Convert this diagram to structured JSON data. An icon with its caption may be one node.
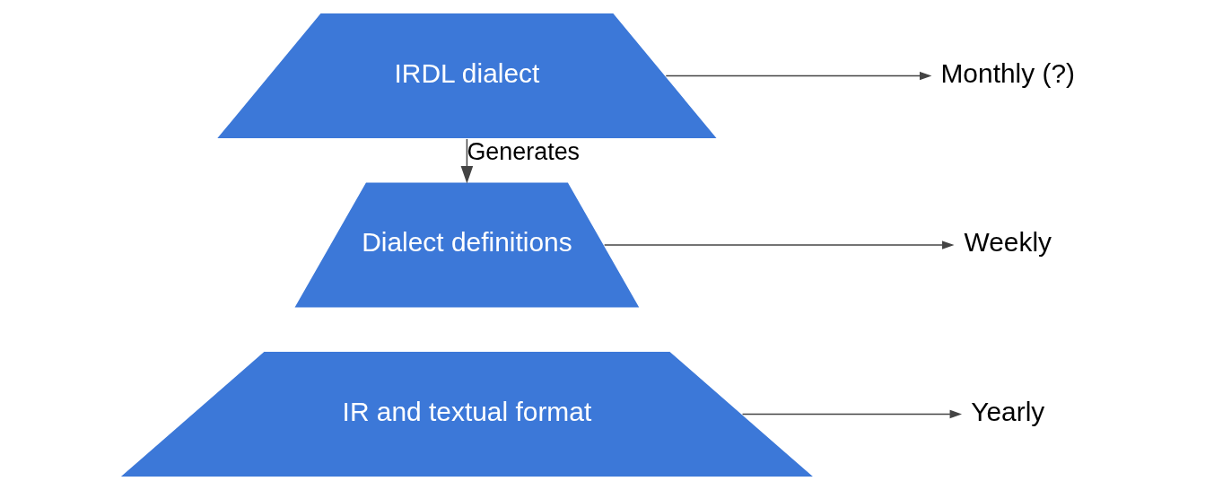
{
  "diagram": {
    "nodes": [
      {
        "text": [
          "Dialect definitions"
        ]
      },
      {
        "text": [
          "IRDL dialect"
        ]
      },
      {
        "text": [
          "IR and textual format"
        ]
      },
      {
        "text": [
          "Weekly"
        ]
      },
      {
        "text": [
          "Monthly (?)"
        ]
      },
      {
        "text": [
          "Yearly"
        ]
      }
    ],
    "edges": [
      {
        "from": 1,
        "to": 0,
        "arrow": "to",
        "label": "Generates"
      },
      {
        "from": 0,
        "to": 3,
        "arrow": "to"
      },
      {
        "from": 1,
        "to": 4,
        "arrow": "to"
      },
      {
        "from": 2,
        "to": 5,
        "arrow": "to"
      }
    ]
  }
}
